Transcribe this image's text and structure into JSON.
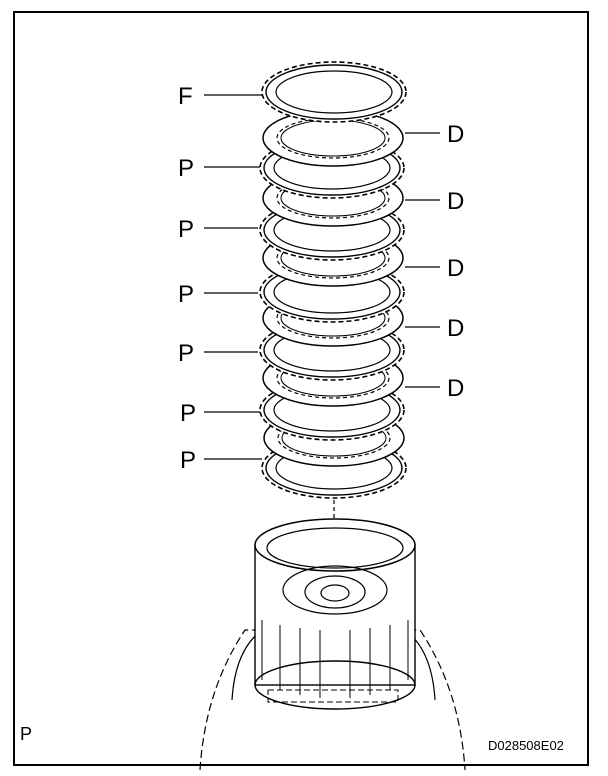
{
  "diagram": {
    "part_labels": [
      {
        "id": "f1",
        "text": "F"
      },
      {
        "id": "d1",
        "text": "D"
      },
      {
        "id": "p1",
        "text": "P"
      },
      {
        "id": "d2",
        "text": "D"
      },
      {
        "id": "p2",
        "text": "P"
      },
      {
        "id": "d3",
        "text": "D"
      },
      {
        "id": "p3",
        "text": "P"
      },
      {
        "id": "d4",
        "text": "D"
      },
      {
        "id": "p4",
        "text": "P"
      },
      {
        "id": "d5",
        "text": "D"
      },
      {
        "id": "p5",
        "text": "P"
      },
      {
        "id": "p6",
        "text": "P"
      }
    ],
    "corner_mark": "P",
    "figure_id": "D028508E02"
  }
}
